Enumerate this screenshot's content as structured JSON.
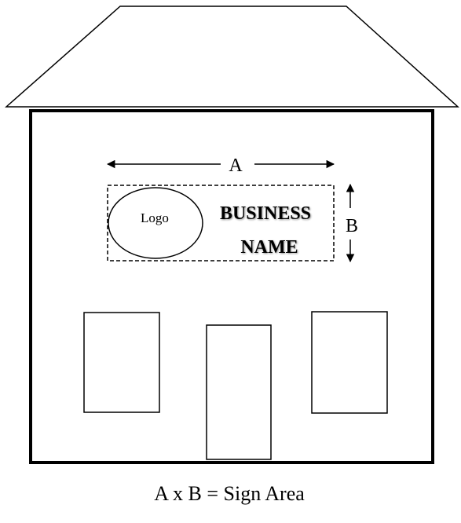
{
  "diagram": {
    "sign": {
      "logo_text": "Logo",
      "business_line1": "BUSINESS",
      "business_line2": "NAME"
    },
    "dimension_a_label": "A",
    "dimension_b_label": "B",
    "caption": "A x B = Sign Area"
  },
  "colors": {
    "stroke": "#000000",
    "background": "#ffffff"
  }
}
